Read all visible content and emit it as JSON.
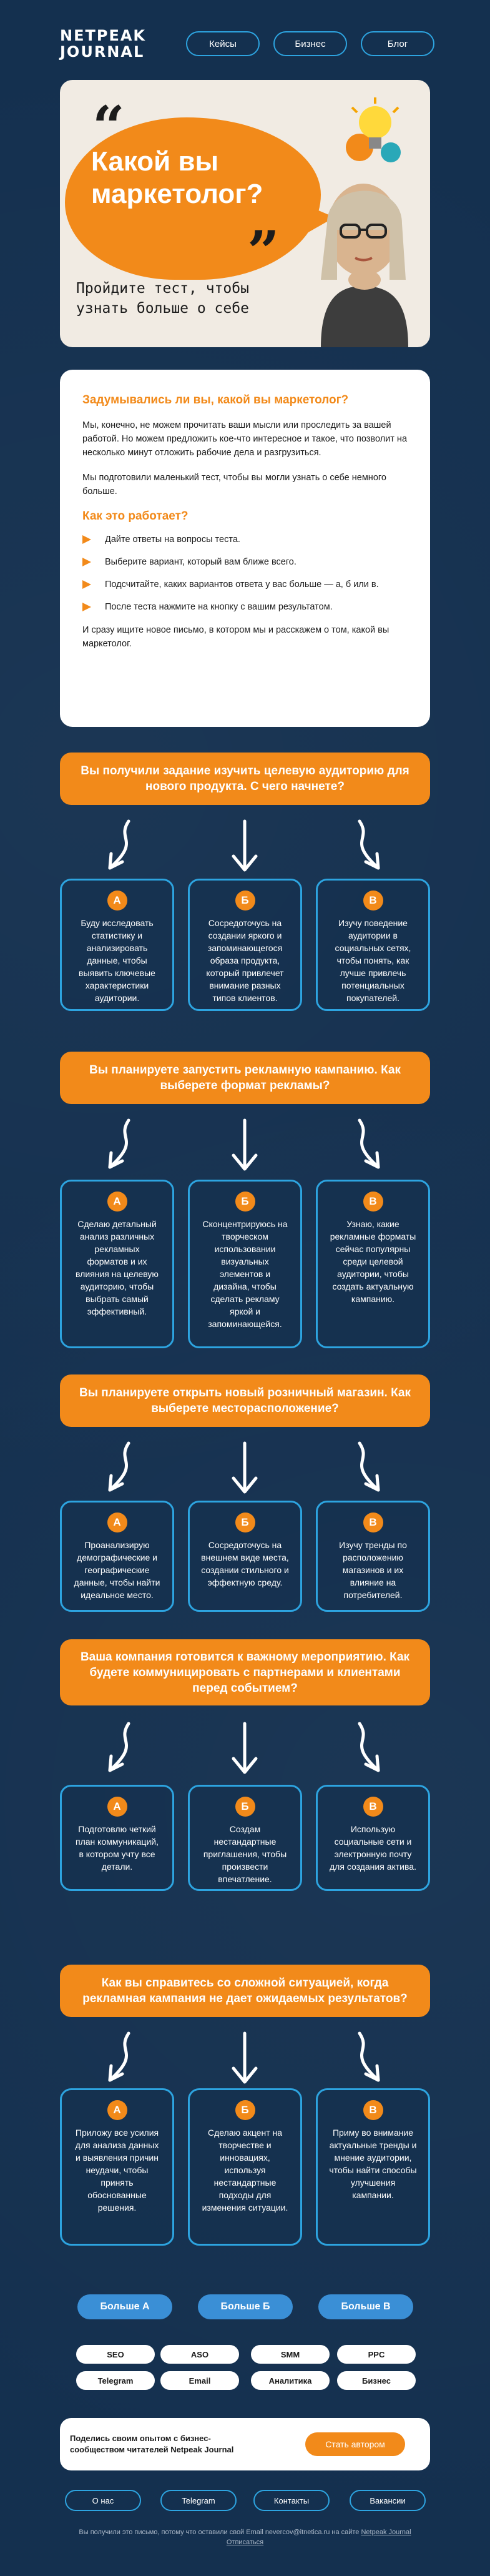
{
  "header": {
    "logo": "NETPEAK JOURNAL",
    "nav": [
      "Кейсы",
      "Бизнес",
      "Блог"
    ]
  },
  "hero": {
    "title": "Какой вы маркетолог?",
    "subtitle": "Пройдите тест, чтобы узнать больше о себе"
  },
  "intro": {
    "heading": "Задумывались ли вы, какой вы маркетолог?",
    "p1": "Мы, конечно, не можем прочитать ваши мысли или проследить за вашей работой. Но можем предложить кое-что интересное и такое, что позволит на несколько минут отложить рабочие дела и разгрузиться.",
    "p2": "Мы подготовили маленький тест, чтобы вы могли узнать о себе немного больше.",
    "how_heading": "Как это работает?",
    "steps": [
      "Дайте ответы на вопросы теста.",
      "Выберите вариант, который вам ближе всего.",
      "Подсчитайте, каких вариантов ответа у вас больше — а, б или в.",
      "После теста нажмите на кнопку с вашим результатом."
    ],
    "p3": "И сразу ищите новое письмо, в котором мы и расскажем о том, какой вы маркетолог."
  },
  "questions": [
    {
      "text": "Вы получили задание изучить целевую аудиторию для нового продукта. С чего начнете?",
      "options": [
        {
          "letter": "А",
          "text": "Буду исследовать статистику и анализировать данные, чтобы выявить ключевые характеристики аудитории."
        },
        {
          "letter": "Б",
          "text": "Сосредоточусь на создании яркого и запоминающегося образа продукта, который привлечет внимание разных типов клиентов."
        },
        {
          "letter": "В",
          "text": "Изучу поведение аудитории в социальных сетях, чтобы понять, как лучше привлечь потенциальных покупателей."
        }
      ]
    },
    {
      "text": "Вы планируете запустить рекламную кампанию. Как выберете формат рекламы?",
      "options": [
        {
          "letter": "А",
          "text": "Сделаю детальный анализ различных рекламных форматов и их влияния на целевую аудиторию, чтобы выбрать самый эффективный."
        },
        {
          "letter": "Б",
          "text": "Сконцентрируюсь на творческом использовании визуальных элементов и дизайна, чтобы сделать рекламу яркой и запоминающейся."
        },
        {
          "letter": "В",
          "text": "Узнаю, какие рекламные форматы сейчас популярны среди целевой аудитории, чтобы создать актуальную кампанию."
        }
      ]
    },
    {
      "text": "Вы планируете открыть новый розничный магазин. Как выберете месторасположение?",
      "options": [
        {
          "letter": "А",
          "text": "Проанализирую демографические и географические данные, чтобы найти идеальное место."
        },
        {
          "letter": "Б",
          "text": "Сосредоточусь на внешнем виде места, создании стильного и эффектную среду."
        },
        {
          "letter": "В",
          "text": "Изучу тренды по расположению магазинов и их влияние на потребителей."
        }
      ]
    },
    {
      "text": "Ваша компания готовится к важному мероприятию. Как будете коммуницировать с партнерами и клиентами перед событием?",
      "options": [
        {
          "letter": "А",
          "text": "Подготовлю четкий план коммуникаций, в котором учту все детали."
        },
        {
          "letter": "Б",
          "text": "Создам нестандартные приглашения, чтобы произвести впечатление."
        },
        {
          "letter": "В",
          "text": "Использую социальные сети и электронную почту для создания актива."
        }
      ]
    },
    {
      "text": "Как вы справитесь со сложной ситуацией, когда рекламная кампания не дает ожидаемых результатов?",
      "options": [
        {
          "letter": "А",
          "text": "Приложу все усилия для анализа данных и выявления причин неудачи, чтобы принять обоснованные решения."
        },
        {
          "letter": "Б",
          "text": "Сделаю акцент на творчестве и инновациях, используя нестандартные подходы для изменения ситуации."
        },
        {
          "letter": "В",
          "text": "Приму во внимание актуальные тренды и мнение аудитории, чтобы найти способы улучшения кампании."
        }
      ]
    }
  ],
  "results": [
    "Больше А",
    "Больше Б",
    "Больше В"
  ],
  "tags": [
    "SEO",
    "ASO",
    "SMM",
    "PPC",
    "Telegram",
    "Email",
    "Аналитика",
    "Бизнес"
  ],
  "share": {
    "text": "Поделись своим опытом с бизнес-сообществом читателей Netpeak Journal",
    "button": "Стать автором"
  },
  "footer_nav": [
    "О нас",
    "Telegram",
    "Контакты",
    "Вакансии"
  ],
  "legal": {
    "text": "Вы получили это письмо, потому что оставили свой Email nevercov@itnetica.ru на сайте",
    "link": "Netpeak Journal",
    "unsubscribe": "Отписаться"
  },
  "colors": {
    "accent": "#f28a1a",
    "outline": "#2da4e0",
    "background": "#14304f"
  }
}
